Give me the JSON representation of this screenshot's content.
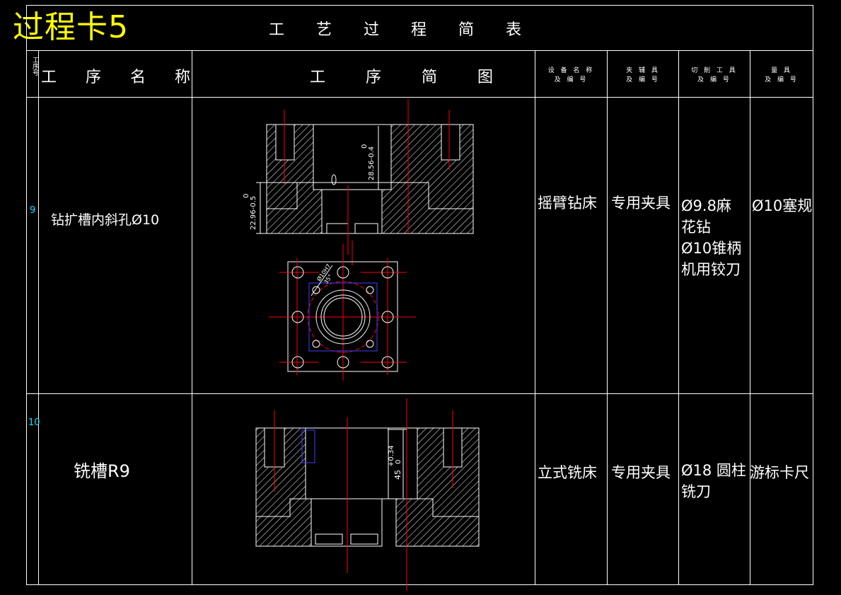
{
  "card_title": "过程卡5",
  "table_title": "工 艺 过 程 简 表",
  "headers": {
    "op_no": "工序号",
    "op_name": "工 序 名 称",
    "sketch": "工 序 简 图",
    "equipment": [
      "设 备 名 称",
      "及 编 号"
    ],
    "fixture": [
      "夹 辅 具",
      "及 编 号"
    ],
    "cutting_tool": [
      "切 削 工 具",
      "及 编 号"
    ],
    "gauge": [
      "量 具",
      "及 编 号"
    ]
  },
  "rows": [
    {
      "no": "9",
      "name": "钻扩槽内斜孔Ø10",
      "equipment": "摇臂钻床",
      "fixture": "专用夹具",
      "tool": [
        "Ø9.8麻",
        "花钻",
        "Ø10锥柄",
        "机用铰刀"
      ],
      "gauge": "Ø10塞规",
      "dims": {
        "upper": "0",
        "upper_val": "28.56-0.4",
        "left_upper": "0",
        "left_val": "22.96-0.5",
        "hole_note1": "Ø10H7",
        "hole_note2": "35°"
      }
    },
    {
      "no": "10",
      "name": "铣槽R9",
      "equipment": "立式铣床",
      "fixture": "专用夹具",
      "tool": [
        "Ø18 圆柱",
        "铣刀"
      ],
      "gauge": "游标卡尺",
      "dims": {
        "upper": "+0.34",
        "lower": "0",
        "val": "45"
      }
    }
  ],
  "colors": {
    "title": "#ffff00",
    "center_line": "#ff0000",
    "line": "#ffffff",
    "index": "#00e5ff",
    "hidden": "#4040ff"
  }
}
